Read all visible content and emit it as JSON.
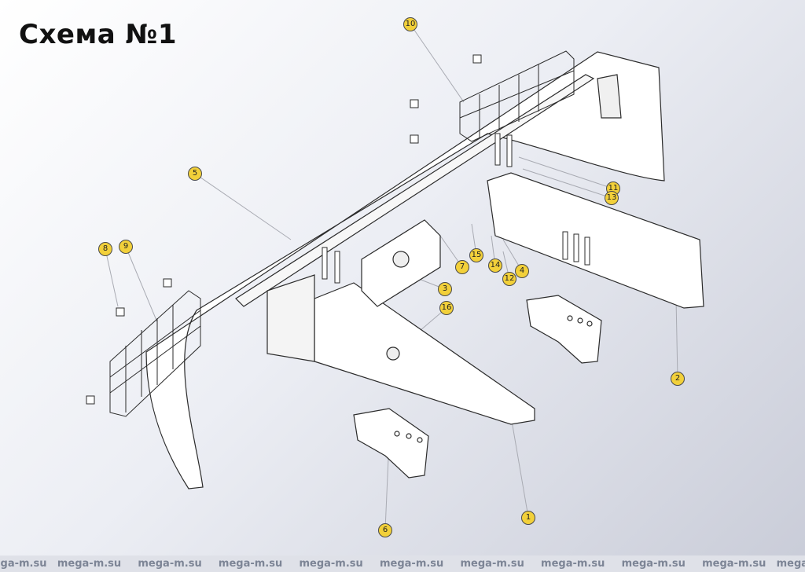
{
  "title": "Схема №1",
  "colors": {
    "callout_fill": "#f2d03a",
    "part_fill": "#ffffff",
    "outline": "#2b2b2b",
    "leader": "#a9abb3"
  },
  "callouts": [
    {
      "label": "1"
    },
    {
      "label": "2"
    },
    {
      "label": "3"
    },
    {
      "label": "4"
    },
    {
      "label": "5"
    },
    {
      "label": "6"
    },
    {
      "label": "7"
    },
    {
      "label": "8"
    },
    {
      "label": "9"
    },
    {
      "label": "10"
    },
    {
      "label": "11"
    },
    {
      "label": "12"
    },
    {
      "label": "13"
    },
    {
      "label": "14"
    },
    {
      "label": "15"
    },
    {
      "label": "16"
    }
  ],
  "watermark": {
    "text": "mega-m.su",
    "repeat_texts": [
      "ga-m.su",
      "mega-m.su",
      "mega-m.su",
      "mega-m.su",
      "mega-m.su",
      "mega-m.su",
      "mega-m.su",
      "mega-m.su",
      "mega-m.su",
      "mega-m.su",
      "mega-m"
    ]
  }
}
